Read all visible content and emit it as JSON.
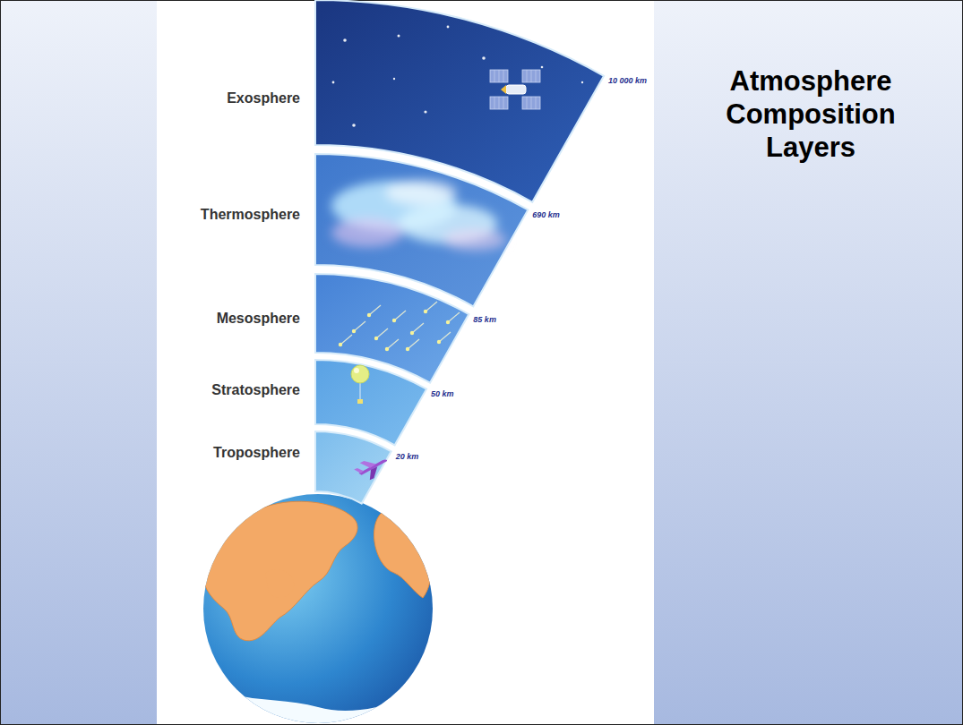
{
  "diagram": {
    "title": "Atmosphere Composition Layers",
    "nodes": [
      {
        "text": [
          "Exosphere",
          "10 000 km"
        ]
      },
      {
        "text": [
          "Thermosphere",
          "690 km"
        ]
      },
      {
        "text": [
          "Mesosphere",
          "85 km"
        ]
      },
      {
        "text": [
          "Stratosphere",
          "50 km"
        ]
      },
      {
        "text": [
          "Troposphere",
          "20 km"
        ]
      }
    ]
  }
}
